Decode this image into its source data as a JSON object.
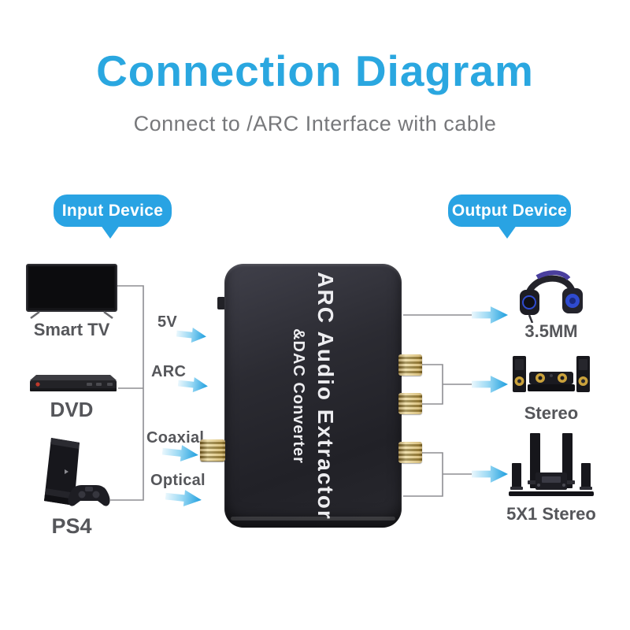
{
  "header": {
    "title": "Connection Diagram",
    "subtitle": "Connect to /ARC Interface with cable"
  },
  "sections": {
    "input_label": "Input Device",
    "output_label": "Output Device"
  },
  "input_devices": [
    {
      "label": "Smart TV",
      "icon": "smart-tv-icon"
    },
    {
      "label": "DVD",
      "icon": "dvd-player-icon"
    },
    {
      "label": "PS4",
      "icon": "ps4-console-icon"
    }
  ],
  "ports": [
    {
      "label": "5V"
    },
    {
      "label": "ARC"
    },
    {
      "label": "Coaxial"
    },
    {
      "label": "Optical"
    }
  ],
  "device": {
    "line1": "ARC Audio Extractor",
    "line2": "&DAC Converter"
  },
  "output_devices": [
    {
      "label": "3.5MM",
      "icon": "headphones-icon"
    },
    {
      "label": "Stereo",
      "icon": "stereo-speakers-icon"
    },
    {
      "label": "5X1 Stereo",
      "icon": "home-theater-icon"
    }
  ],
  "colors": {
    "accent_blue": "#29a3e3",
    "title_blue": "#2aa7e0",
    "arrow_blue": "#1d9ede",
    "text_gray": "#55565a",
    "subtitle_gray": "#77787b",
    "line_gray": "#8e8e92",
    "device_black": "#26262c",
    "connector_gold": "#caa74a"
  }
}
